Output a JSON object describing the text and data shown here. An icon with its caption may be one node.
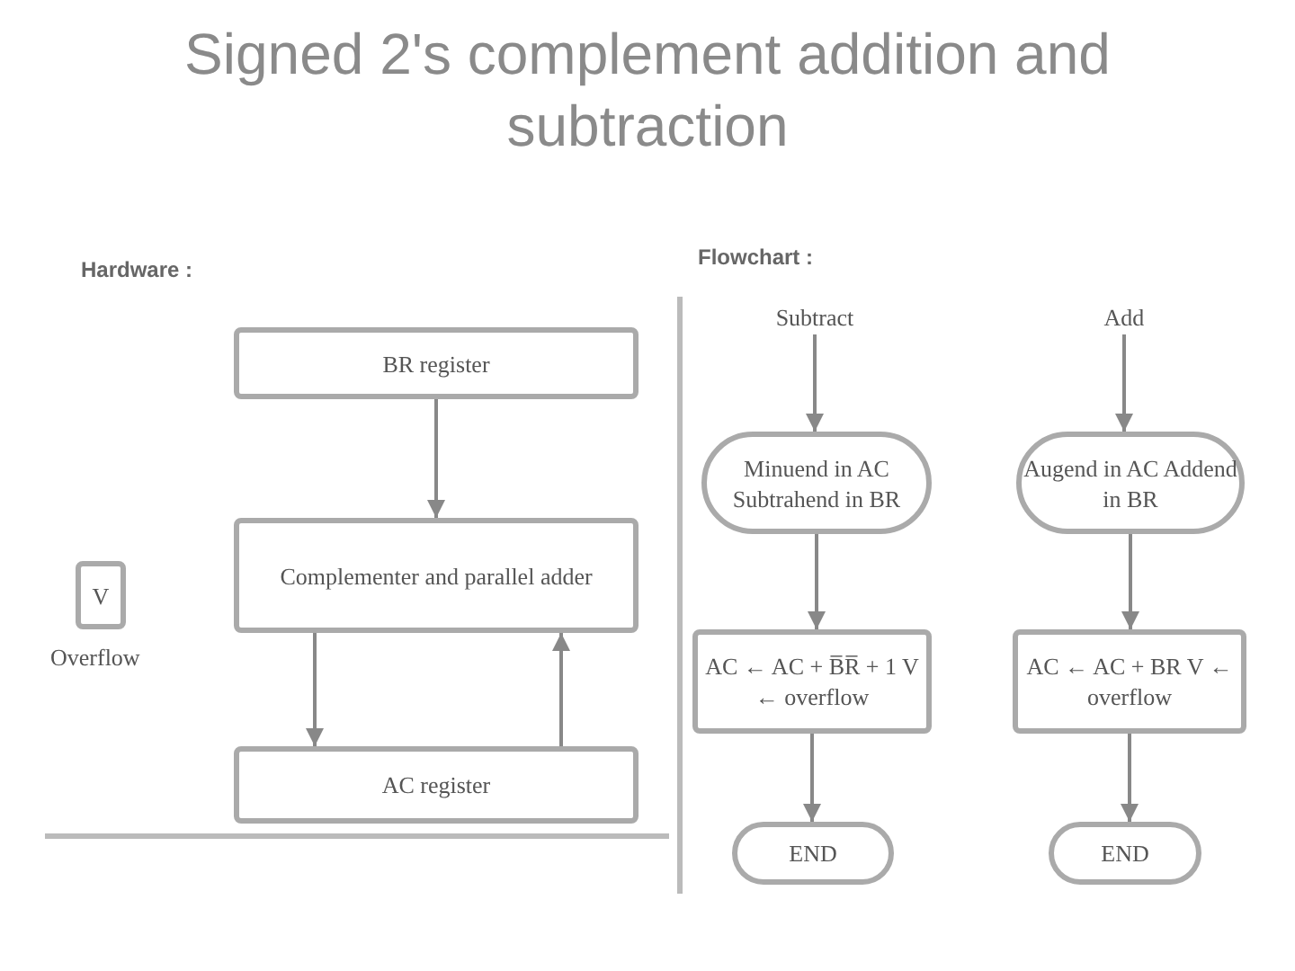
{
  "diagram": {
    "title": "Signed 2's complement addition and subtraction",
    "nodes": [
      {
        "text": [
          "BR register"
        ]
      },
      {
        "text": [
          "Complementer and parallel adder"
        ]
      },
      {
        "text": [
          "AC register"
        ]
      },
      {
        "text": [
          "V"
        ],
        "beside": [
          "Overflow"
        ]
      },
      {
        "text": [
          "Subtract"
        ]
      },
      {
        "text": [
          "Minuend in AC Subtrahend in BR"
        ]
      },
      {
        "text": [
          "AC ← AC + B̅R̅ + 1 V ← overflow"
        ]
      },
      {
        "text": [
          "END"
        ]
      },
      {
        "text": [
          "Add"
        ]
      },
      {
        "text": [
          "Augend in AC Addend in BR"
        ]
      },
      {
        "text": [
          "AC ← AC + BR V ← overflow"
        ]
      },
      {
        "text": [
          "END"
        ]
      }
    ],
    "edges": [
      {
        "from": 0,
        "to": 1,
        "arrow": "to"
      },
      {
        "from": 1,
        "to": 2,
        "arrow": "to"
      },
      {
        "from": 2,
        "to": 1,
        "arrow": "to"
      },
      {
        "from": 4,
        "to": 5,
        "arrow": "to"
      },
      {
        "from": 5,
        "to": 6,
        "arrow": "to"
      },
      {
        "from": 6,
        "to": 7,
        "arrow": "to"
      },
      {
        "from": 8,
        "to": 9,
        "arrow": "to"
      },
      {
        "from": 9,
        "to": 10,
        "arrow": "to"
      },
      {
        "from": 10,
        "to": 11,
        "arrow": "to"
      }
    ],
    "labels": [
      "Hardware :",
      "Flowchart :"
    ]
  }
}
